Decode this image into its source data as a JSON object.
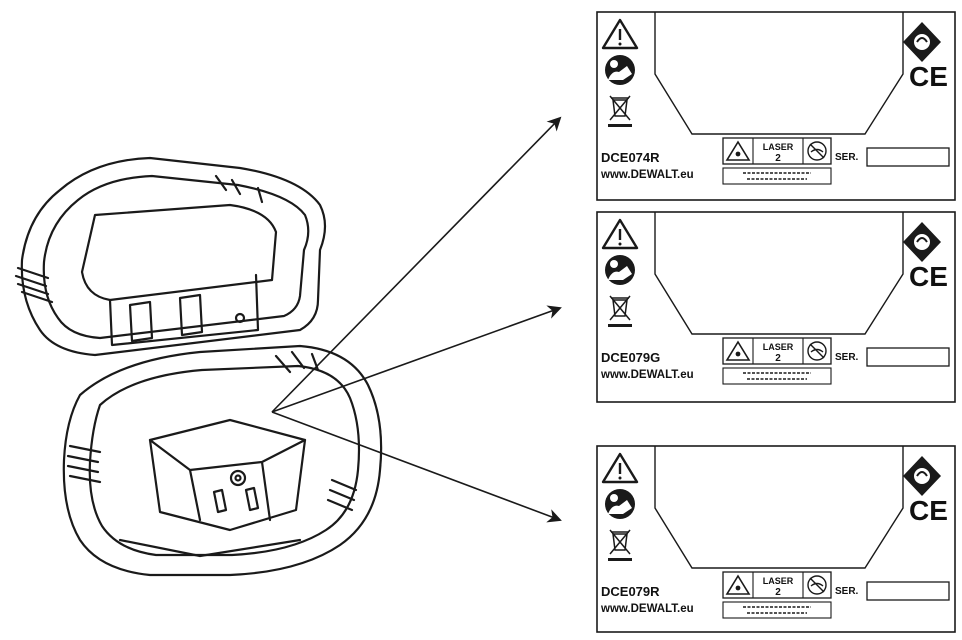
{
  "labels": [
    {
      "model": "DCE074R",
      "website": "www.DEWALT.eu",
      "laser_word": "LASER",
      "laser_class": "2",
      "serial_label": "SER.",
      "ce_mark": "CE"
    },
    {
      "model": "DCE079G",
      "website": "www.DEWALT.eu",
      "laser_word": "LASER",
      "laser_class": "2",
      "serial_label": "SER.",
      "ce_mark": "CE"
    },
    {
      "model": "DCE079R",
      "website": "www.DEWALT.eu",
      "laser_word": "LASER",
      "laser_class": "2",
      "serial_label": "SER.",
      "ce_mark": "CE"
    }
  ],
  "icons": {
    "warning": "warning-triangle-icon",
    "manual": "read-manual-icon",
    "weee": "crossed-bin-icon",
    "rcm": "rcm-mark-icon",
    "laser_warning": "laser-warning-icon",
    "no_stare": "no-stare-icon"
  },
  "line_color": "#1a1a1a"
}
